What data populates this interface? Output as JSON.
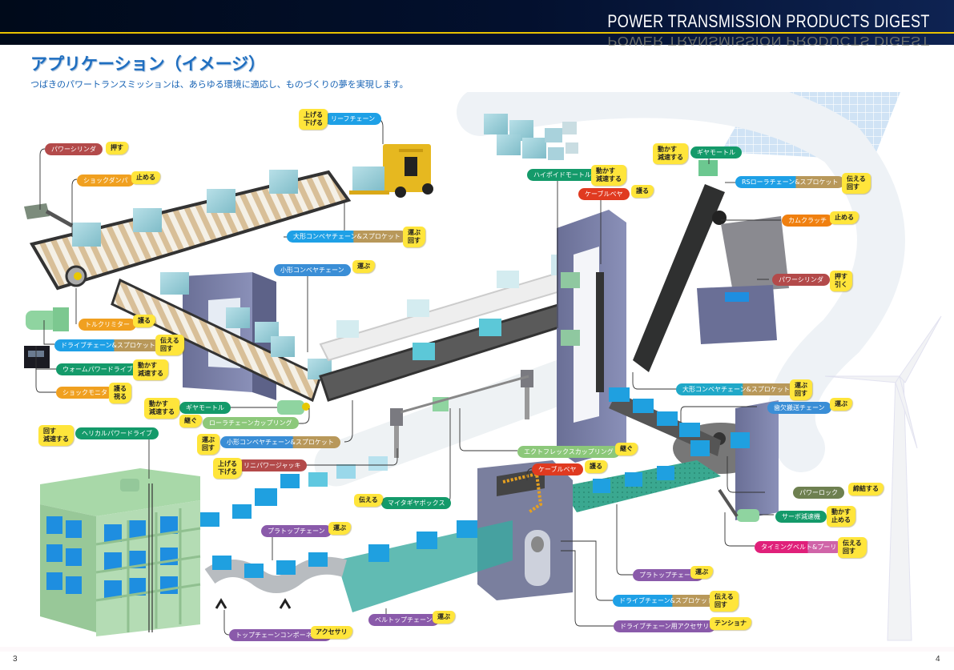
{
  "header": {
    "brand": "POWER TRANSMISSION PRODUCTS DIGEST",
    "colors": {
      "band": "#03102e",
      "rule": "#e8c200"
    }
  },
  "title": "アプリケーション（イメージ）",
  "subtitle": "つばきのパワートランスミッションは、あらゆる環境に適応し、ものづくりの夢を実現します。",
  "colors": {
    "red": "#b34a4a",
    "orange": "#f0a020",
    "blue": "#1ea0e6",
    "green": "#149a6a",
    "lightgreen": "#8cc87a",
    "khaki": "#b8985a",
    "purple": "#8a5aaa",
    "olive": "#6e8050",
    "magenta": "#e0207a",
    "darkorange": "#f08010",
    "cable_red": "#e03a20",
    "verb_yellow": "#ffe53b"
  },
  "callouts": [
    {
      "id": "power-cylinder-1",
      "label": "パワーシリンダ",
      "verb": "押す",
      "color": "red"
    },
    {
      "id": "shock-damper",
      "label": "ショックダンパ",
      "verb": "止める",
      "color": "orange"
    },
    {
      "id": "leaf-chain",
      "label": "リーフチェーン",
      "verb": "上げる\n下げる",
      "color": "blue"
    },
    {
      "id": "large-conveyor-chain-1",
      "label": "大形コンベヤチェーン&スプロケット",
      "verb": "運ぶ\n回す",
      "color": "blue-khaki"
    },
    {
      "id": "small-conveyor-chain",
      "label": "小形コンベヤチェーン",
      "verb": "運ぶ",
      "color": "blue"
    },
    {
      "id": "torque-limiter",
      "label": "トルクリミター",
      "verb": "護る",
      "color": "orange"
    },
    {
      "id": "drive-chain-1",
      "label": "ドライブチェーン&スプロケット",
      "verb": "伝える\n回す",
      "color": "blue-khaki"
    },
    {
      "id": "worm-power-drive",
      "label": "ウォームパワードライブ",
      "verb": "動かす\n減速する",
      "color": "green"
    },
    {
      "id": "shock-monitor",
      "label": "ショックモニタ",
      "verb": "護る\n視る",
      "color": "orange"
    },
    {
      "id": "gear-motor-1",
      "label": "ギヤモートル",
      "verb": "動かす\n減速する",
      "color": "green"
    },
    {
      "id": "roller-chain-coupling",
      "label": "ローラチェーンカップリング",
      "verb": "継ぐ",
      "color": "lightgreen"
    },
    {
      "id": "helical-power-drive",
      "label": "ヘリカルパワードライブ",
      "verb": "回す\n減速する",
      "color": "green"
    },
    {
      "id": "small-conveyor-sprocket",
      "label": "小形コンベヤチェーン&スプロケット",
      "verb": "運ぶ\n回す",
      "color": "blue-khaki"
    },
    {
      "id": "lini-power-jack",
      "label": "リニパワージャッキ",
      "verb": "上げる\n下げる",
      "color": "red"
    },
    {
      "id": "miter-gearbox",
      "label": "マイタギヤボックス",
      "verb": "伝える",
      "color": "green"
    },
    {
      "id": "hypoid-motor",
      "label": "ハイポイドモートル",
      "verb": "動かす\n減速する",
      "color": "green"
    },
    {
      "id": "cable-carrier-1",
      "label": "ケーブルベヤ",
      "verb": "護る",
      "color": "cable_red"
    },
    {
      "id": "gear-motor-2",
      "label": "ギヤモートル",
      "verb": "動かす\n減速する",
      "color": "green"
    },
    {
      "id": "rs-roller-chain",
      "label": "RSローラチェーン&スプロケット",
      "verb": "伝える\n回す",
      "color": "blue-khaki"
    },
    {
      "id": "cam-clutch",
      "label": "カムクラッチ",
      "verb": "止める",
      "color": "darkorange"
    },
    {
      "id": "power-cylinder-2",
      "label": "パワーシリンダ",
      "verb": "押す\n引く",
      "color": "red"
    },
    {
      "id": "large-conveyor-chain-2",
      "label": "大形コンベヤチェーン&スプロケット",
      "verb": "運ぶ\n回す",
      "color": "blue-khaki"
    },
    {
      "id": "toothed-chain",
      "label": "歯欠搬送チェーン",
      "verb": "運ぶ",
      "color": "blue"
    },
    {
      "id": "ectoflex-coupling",
      "label": "エクトフレックスカップリング",
      "verb": "継ぐ",
      "color": "lightgreen"
    },
    {
      "id": "cable-carrier-2",
      "label": "ケーブルベヤ",
      "verb": "護る",
      "color": "cable_red"
    },
    {
      "id": "power-lock",
      "label": "パワーロック",
      "verb": "締結する",
      "color": "olive"
    },
    {
      "id": "servo-reducer",
      "label": "サーボ減速機",
      "verb": "動かす\n止める",
      "color": "green"
    },
    {
      "id": "timing-belt",
      "label": "タイミングベルト&プーリ",
      "verb": "伝える\n回す",
      "color": "magenta"
    },
    {
      "id": "plastic-top-chain-1",
      "label": "プラトップチェーン",
      "verb": "運ぶ",
      "color": "purple"
    },
    {
      "id": "plastic-top-chain-2",
      "label": "プラトップチェーン",
      "verb": "運ぶ",
      "color": "purple"
    },
    {
      "id": "drive-chain-2",
      "label": "ドライブチェーン&スプロケット",
      "verb": "伝える\n回す",
      "color": "blue-khaki"
    },
    {
      "id": "drive-chain-accessory",
      "label": "ドライブチェーン用アクセサリ",
      "verb": "テンショナ",
      "color": "purple"
    },
    {
      "id": "belt-top-chain",
      "label": "ベルトップチェーン",
      "verb": "運ぶ",
      "color": "purple"
    },
    {
      "id": "top-chain-component",
      "label": "トップチェーンコンポーネント",
      "verb": "アクセサリ",
      "color": "purple"
    }
  ],
  "footer": {
    "page_left": "3",
    "page_right": "4"
  }
}
